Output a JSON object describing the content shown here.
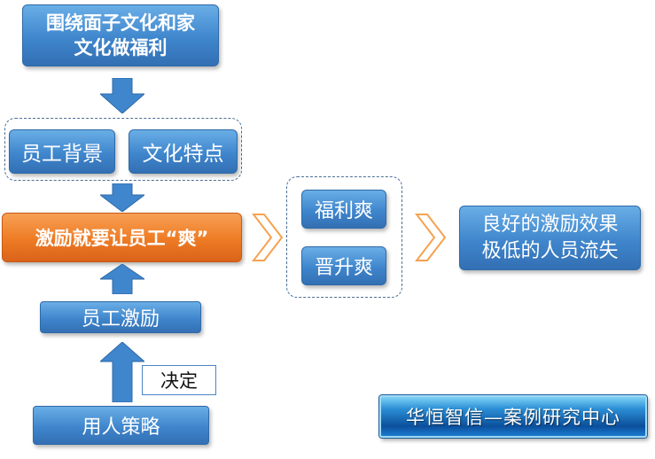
{
  "top_box": {
    "line1": "围绕面子文化和家",
    "line2": "文化做福利"
  },
  "bg_left": "员工背景",
  "bg_right": "文化特点",
  "core": "激励就要让员工“爽”",
  "mid_top": "福利爽",
  "mid_bottom": "晋升爽",
  "result": {
    "line1": "良好的激励效果",
    "line2": "极低的人员流失"
  },
  "employee_motivation": "员工激励",
  "decision": "决定",
  "strategy": "用人策略",
  "brand": "华恒智信—案例研究中心",
  "colors": {
    "box_blue": "#3f86cd",
    "core_orange": "#ee7b24",
    "arrow_blue": "#3f86cd",
    "chevron": "#f5a251"
  }
}
